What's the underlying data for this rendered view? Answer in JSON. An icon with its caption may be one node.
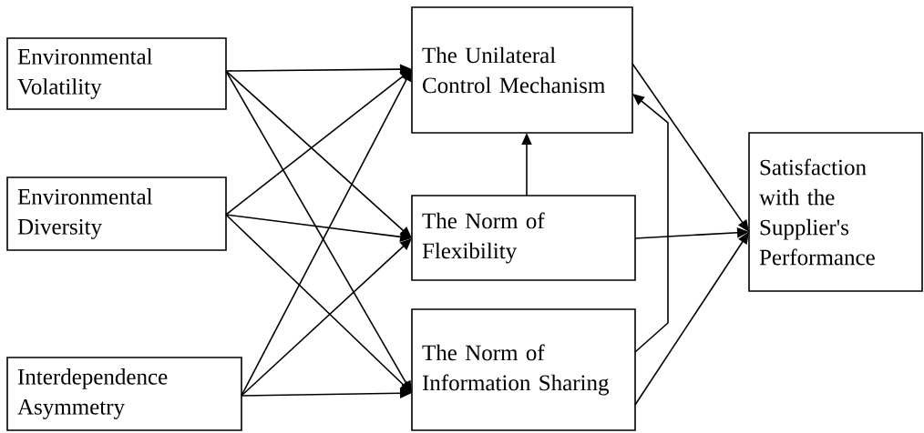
{
  "diagram": {
    "nodes": [
      {
        "text": [
          "Environmental Volatility"
        ]
      },
      {
        "text": [
          "Environmental Diversity"
        ]
      },
      {
        "text": [
          "Interdependence Asymmetry"
        ]
      },
      {
        "text": [
          "The Unilateral Control Mechanism"
        ]
      },
      {
        "text": [
          "The Norm of Flexibility"
        ]
      },
      {
        "text": [
          "The Norm of Information Sharing"
        ]
      },
      {
        "text": [
          "Satisfaction with the Supplier's Performance"
        ]
      }
    ],
    "edges": [
      {
        "from": 0,
        "to": 3,
        "arrow": "to"
      },
      {
        "from": 0,
        "to": 4,
        "arrow": "to"
      },
      {
        "from": 0,
        "to": 5,
        "arrow": "to"
      },
      {
        "from": 1,
        "to": 3,
        "arrow": "to"
      },
      {
        "from": 1,
        "to": 4,
        "arrow": "to"
      },
      {
        "from": 1,
        "to": 5,
        "arrow": "to"
      },
      {
        "from": 2,
        "to": 3,
        "arrow": "to"
      },
      {
        "from": 2,
        "to": 4,
        "arrow": "to"
      },
      {
        "from": 2,
        "to": 5,
        "arrow": "to"
      },
      {
        "from": 4,
        "to": 3,
        "arrow": "to"
      },
      {
        "from": 5,
        "to": 3,
        "arrow": "to"
      },
      {
        "from": 3,
        "to": 6,
        "arrow": "to"
      },
      {
        "from": 4,
        "to": 6,
        "arrow": "to"
      },
      {
        "from": 5,
        "to": 6,
        "arrow": "to"
      }
    ]
  }
}
